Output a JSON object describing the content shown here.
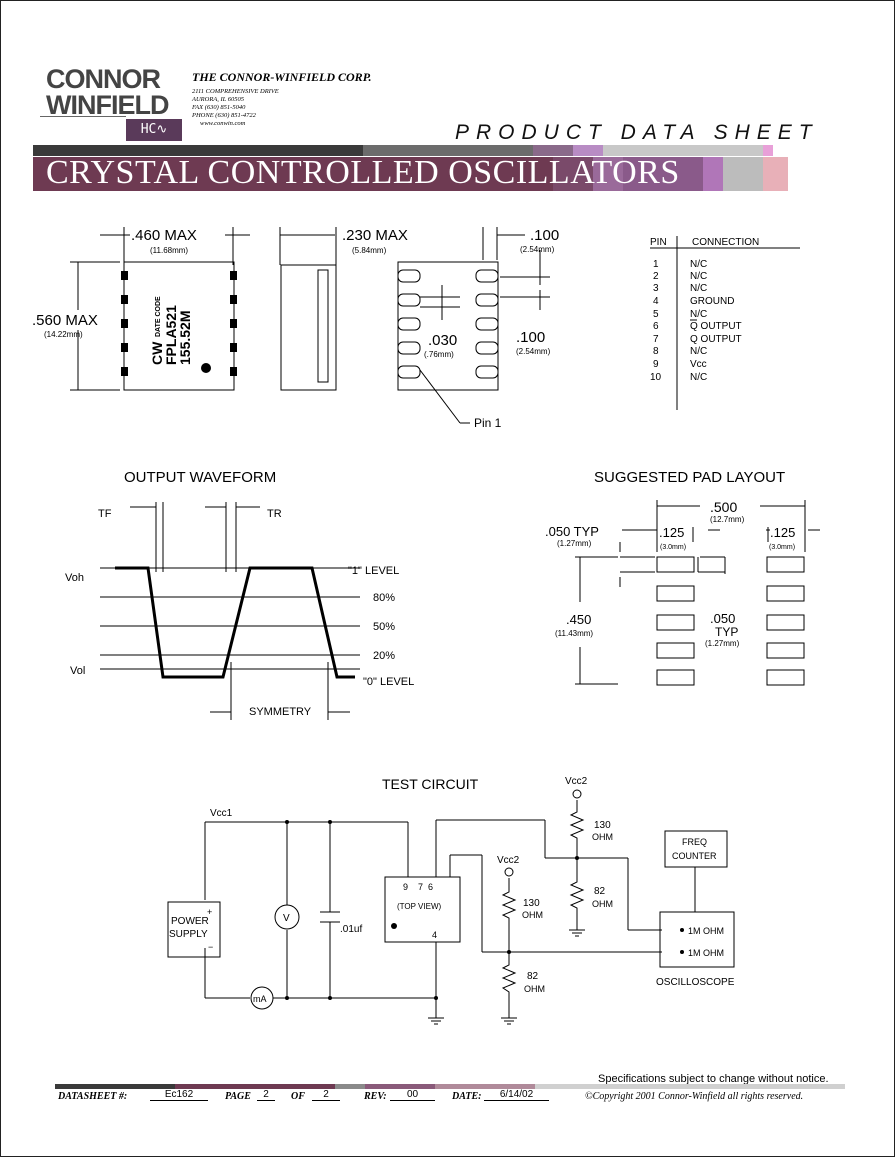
{
  "header": {
    "logo_line1": "CONNOR",
    "logo_line2": "WINFIELD",
    "logo_mark": "HC∿",
    "corp_name": "THE CONNOR-WINFIELD CORP.",
    "address": [
      "2111 COMPREHENSIVE DRIVE",
      "AURORA, IL 60505",
      "FAX (630) 851-5040",
      "PHONE (630) 851-4722",
      "www.conwin.com"
    ],
    "doc_type": "PRODUCT DATA SHEET",
    "banner_title": "CRYSTAL CONTROLLED OSCILLATORS"
  },
  "colors": {
    "banner_main": "#6e3a52",
    "strip": [
      "#3a3a3a",
      "#6c6c6c",
      "#9a7a9a",
      "#b88cc4",
      "#c8c8c8",
      "#e8a0d8"
    ]
  },
  "package": {
    "width_dim": ".460 MAX",
    "width_mm": "(11.68mm)",
    "depth_dim": ".230 MAX",
    "depth_mm": "(5.84mm)",
    "height_dim": ".560 MAX",
    "height_mm": "(14.22mm)",
    "pitch_dim": ".100",
    "pitch_mm": "(2.54mm)",
    "pad_dim": ".030",
    "pad_mm": "(.76mm)",
    "pitch2_dim": ".100",
    "pitch2_mm": "(2.54mm)",
    "pin1_label": "Pin 1",
    "marking": [
      "CW",
      "DATE CODE",
      "FPLA521",
      "155.52M"
    ]
  },
  "pin_table": {
    "headers": [
      "PIN",
      "CONNECTION"
    ],
    "rows": [
      [
        "1",
        "N/C"
      ],
      [
        "2",
        "N/C"
      ],
      [
        "3",
        "N/C"
      ],
      [
        "4",
        "GROUND"
      ],
      [
        "5",
        "N/C"
      ],
      [
        "6",
        "Q OUTPUT"
      ],
      [
        "7",
        "Q OUTPUT"
      ],
      [
        "8",
        "N/C"
      ],
      [
        "9",
        "Vcc"
      ],
      [
        "10",
        "N/C"
      ]
    ]
  },
  "waveform": {
    "title": "OUTPUT WAVEFORM",
    "tf": "TF",
    "tr": "TR",
    "voh": "Voh",
    "vol": "Vol",
    "level1": "\"1\" LEVEL",
    "p80": "80%",
    "p50": "50%",
    "p20": "20%",
    "level0": "\"0\" LEVEL",
    "symmetry": "SYMMETRY"
  },
  "pad_layout": {
    "title": "SUGGESTED PAD LAYOUT",
    "span": ".500",
    "span_mm": "(12.7mm)",
    "typ1": ".050 TYP",
    "typ1_mm": "(1.27mm)",
    "pad_w1": ".125",
    "pad_w1_mm": "(3.0mm)",
    "pad_w2": ".125",
    "pad_w2_mm": "(3.0mm)",
    "height": ".450",
    "height_mm": "(11.43mm)",
    "typ2": ".050",
    "typ2b": "TYP",
    "typ2_mm": "(1.27mm)"
  },
  "test_circuit": {
    "title": "TEST CIRCUIT",
    "vcc1": "Vcc1",
    "vcc2a": "Vcc2",
    "vcc2b": "Vcc2",
    "power_supply": [
      "POWER",
      "SUPPLY"
    ],
    "voltmeter": "V",
    "ammeter": "mA",
    "cap": ".01uf",
    "dut_pins": "9    7  6",
    "dut_label": "(TOP VIEW)",
    "dut_pin4": "4",
    "r130a": "130",
    "r130a_u": "OHM",
    "r82a": "82",
    "r82a_u": "OHM",
    "r130b": "130",
    "r130b_u": "OHM",
    "r82b": "82",
    "r82b_u": "OHM",
    "freq_counter": [
      "FREQ",
      "COUNTER"
    ],
    "scope_in1": "1M OHM",
    "scope_in2": "1M OHM",
    "oscilloscope": "OSCILLOSCOPE"
  },
  "footer": {
    "spec_note": "Specifications subject to change without notice.",
    "datasheet_label": "DATASHEET #:",
    "datasheet_value": "Ec162",
    "page_label": "PAGE",
    "page_value": "2",
    "of_label": "OF",
    "of_value": "2",
    "rev_label": "REV:",
    "rev_value": "00",
    "date_label": "DATE:",
    "date_value": "6/14/02",
    "copyright": "©Copyright 2001 Connor-Winfield all rights reserved."
  }
}
